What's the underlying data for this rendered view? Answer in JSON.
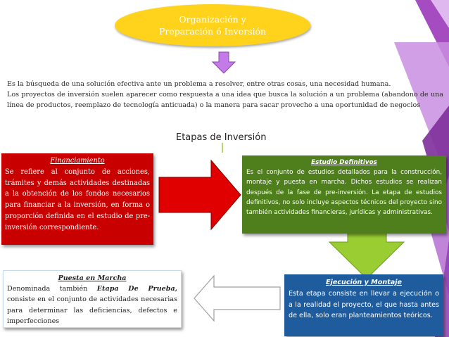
{
  "title_oval": {
    "line1": "Organización y",
    "line2": "Preparación ó Inversión"
  },
  "intro": {
    "p1": "Es la búsqueda de una solución efectiva ante un problema a resolver, entre otras cosas, una necesidad humana.",
    "p2": "Los proyectos de inversión suelen aparecer como respuesta a una idea que busca la solución a un problema (abandono de una línea de productos, reemplazo de tecnología anticuada) o la manera para sacar provecho a una oportunidad de negocios"
  },
  "stages_title": "Etapas de Inversión",
  "financiamiento": {
    "title": "Financiamiento",
    "body": "Se refiere al conjunto de acciones, trámites y demás actividades destinadas a la obtención de los fondos necesarios para financiar a la inversión, en forma o proporción definida en el estudio de pre-inversión correspondiente."
  },
  "estudio": {
    "title": "Estudio Definitivos",
    "body": "Es el conjunto de estudios detallados para la construcción, montaje y puesta en marcha. Dichos estudios se realizan después de la fase de pre-inversión. La etapa de estudios definitivos, no solo incluye aspectos técnicos del proyecto sino también actividades financieras, jurídicas y administrativas."
  },
  "puesta": {
    "title": "Puesta en Marcha",
    "body_lead": "Denominada también ",
    "body_emph": "Etapa De Prueba,",
    "body_rest": " consiste en el conjunto de actividades necesarias para determinar las deficiencias, defectos e imperfecciones"
  },
  "ejecucion": {
    "title": "Ejecución y Montaje",
    "body": "Esta etapa consiste en llevar a ejecución o a la realidad el proyecto, el que hasta antes de ella, solo eran planteamientos teóricos."
  },
  "colors": {
    "oval": "#ffd21c",
    "financiamiento": "#c80000",
    "estudio": "#4f7f1d",
    "ejecucion": "#1f5c9e",
    "arrow_down_purple": "#c37be8",
    "arrow_right_red": "#e00000",
    "arrow_down_green": "#9acd32",
    "arrow_left": "#ffffff",
    "decor_purple": "#a54dc0"
  }
}
